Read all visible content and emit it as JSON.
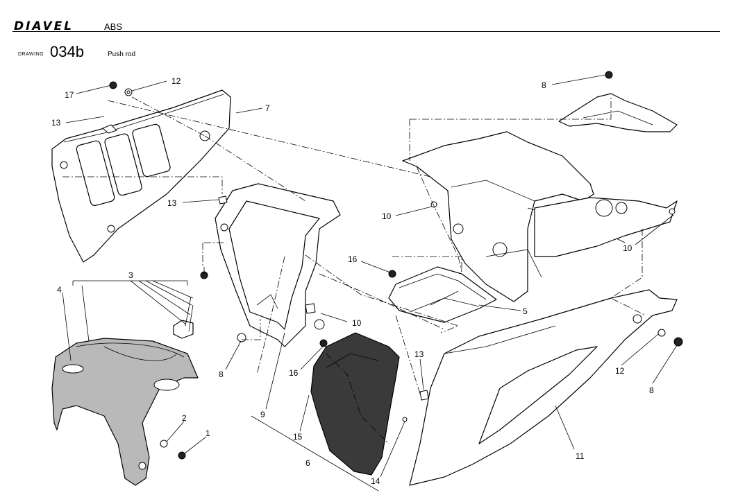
{
  "header": {
    "brand": "DIAVEL",
    "variant": "ABS",
    "drawing_label": "DRAWING",
    "drawing_number": "034b",
    "drawing_title": "Push rod"
  },
  "callouts": [
    "1",
    "2",
    "3",
    "4",
    "5",
    "6",
    "7",
    "8",
    "8",
    "8",
    "9",
    "10",
    "10",
    "10",
    "11",
    "12",
    "12",
    "13",
    "13",
    "13",
    "14",
    "15",
    "16",
    "16",
    "17"
  ]
}
